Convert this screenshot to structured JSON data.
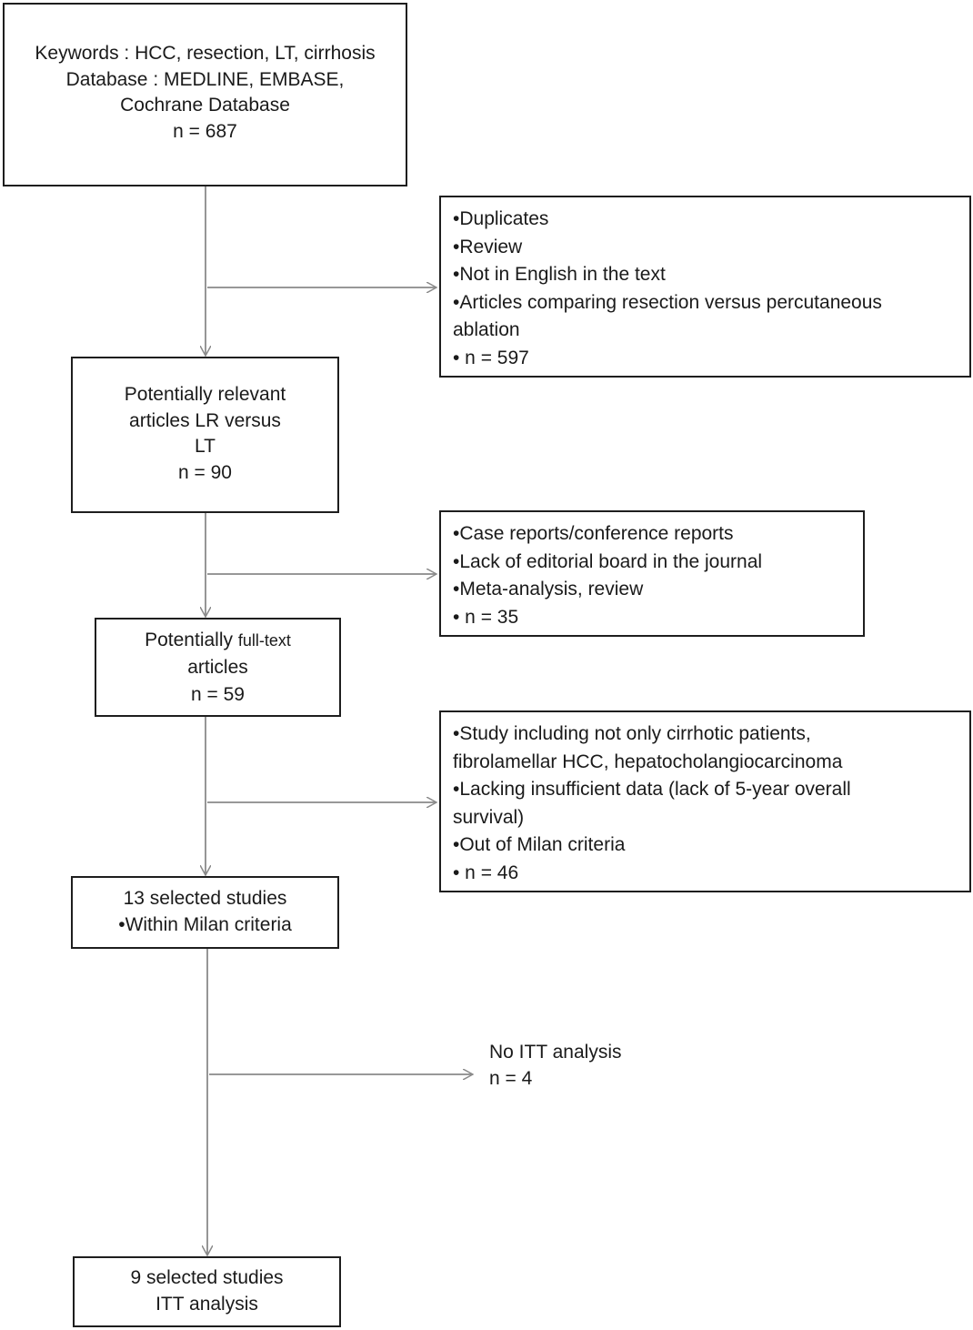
{
  "box1": {
    "lines": [
      "Keywords : HCC, resection, LT, cirrhosis",
      "Database : MEDLINE, EMBASE,",
      "Cochrane Database",
      "n = 687"
    ]
  },
  "box2": {
    "lines": [
      "Potentially relevant",
      "articles LR versus",
      "LT",
      "n = 90"
    ]
  },
  "box3": {
    "line1_a": "Potentially ",
    "line1_b": "full-text",
    "lines": [
      "articles",
      "n = 59"
    ]
  },
  "box4": {
    "lines": [
      "13 selected studies",
      "•Within Milan criteria"
    ]
  },
  "box5": {
    "lines": [
      "9 selected studies",
      "ITT analysis"
    ]
  },
  "excl1": {
    "lines": [
      "•Duplicates",
      "•Review",
      "•Not in English in the text",
      "•Articles comparing resection versus percutaneous",
      "ablation",
      "• n = 597"
    ]
  },
  "excl2": {
    "lines": [
      "•Case reports/conference reports",
      "•Lack of editorial board in the journal",
      "•Meta-analysis, review",
      "• n = 35"
    ]
  },
  "excl3": {
    "lines": [
      "•Study including not only cirrhotic patients,",
      "fibrolamellar HCC, hepatocholangiocarcinoma",
      "•Lacking insufficient data (lack of 5-year overall",
      "survival)",
      "•Out of Milan criteria",
      "• n = 46"
    ]
  },
  "excl4": {
    "lines": [
      "No ITT analysis",
      "n = 4"
    ]
  },
  "colors": {
    "border": "#1e1e1e",
    "arrow": "#8a8a8a",
    "text": "#1a1a1a"
  }
}
